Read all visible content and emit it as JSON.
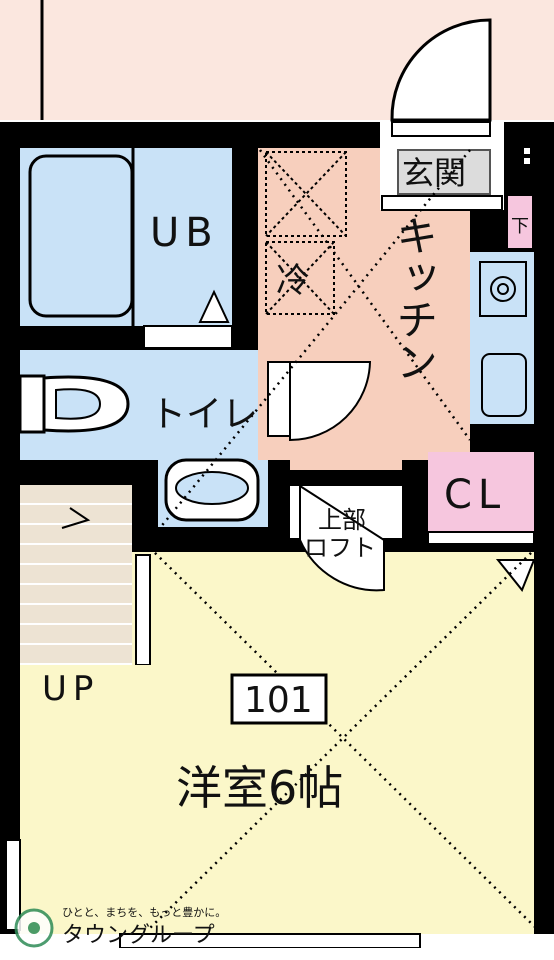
{
  "rooms": {
    "bath": "UB",
    "toilet": "トイレ",
    "kitchen": "キッチン",
    "fridge": "冷",
    "entrance": "玄関",
    "closet": "CL",
    "loft": [
      "上部",
      "ロフト"
    ],
    "stairs": "UP",
    "room_number": "101",
    "main_room": "洋室6帖",
    "shoe_rack": "下"
  },
  "watermark": {
    "tagline": "ひとと、まちを、もっと豊かに。",
    "brand": "タウングループ"
  },
  "colors": {
    "wall": "#000000",
    "bath": "#c9e2f7",
    "kitchen": "#f7cfbd",
    "room": "#fbf7c9",
    "closet": "#f6c6de",
    "balcony": "#fbe7df",
    "stairs": "#ede3d3",
    "entrance": "#dcdcdc"
  }
}
